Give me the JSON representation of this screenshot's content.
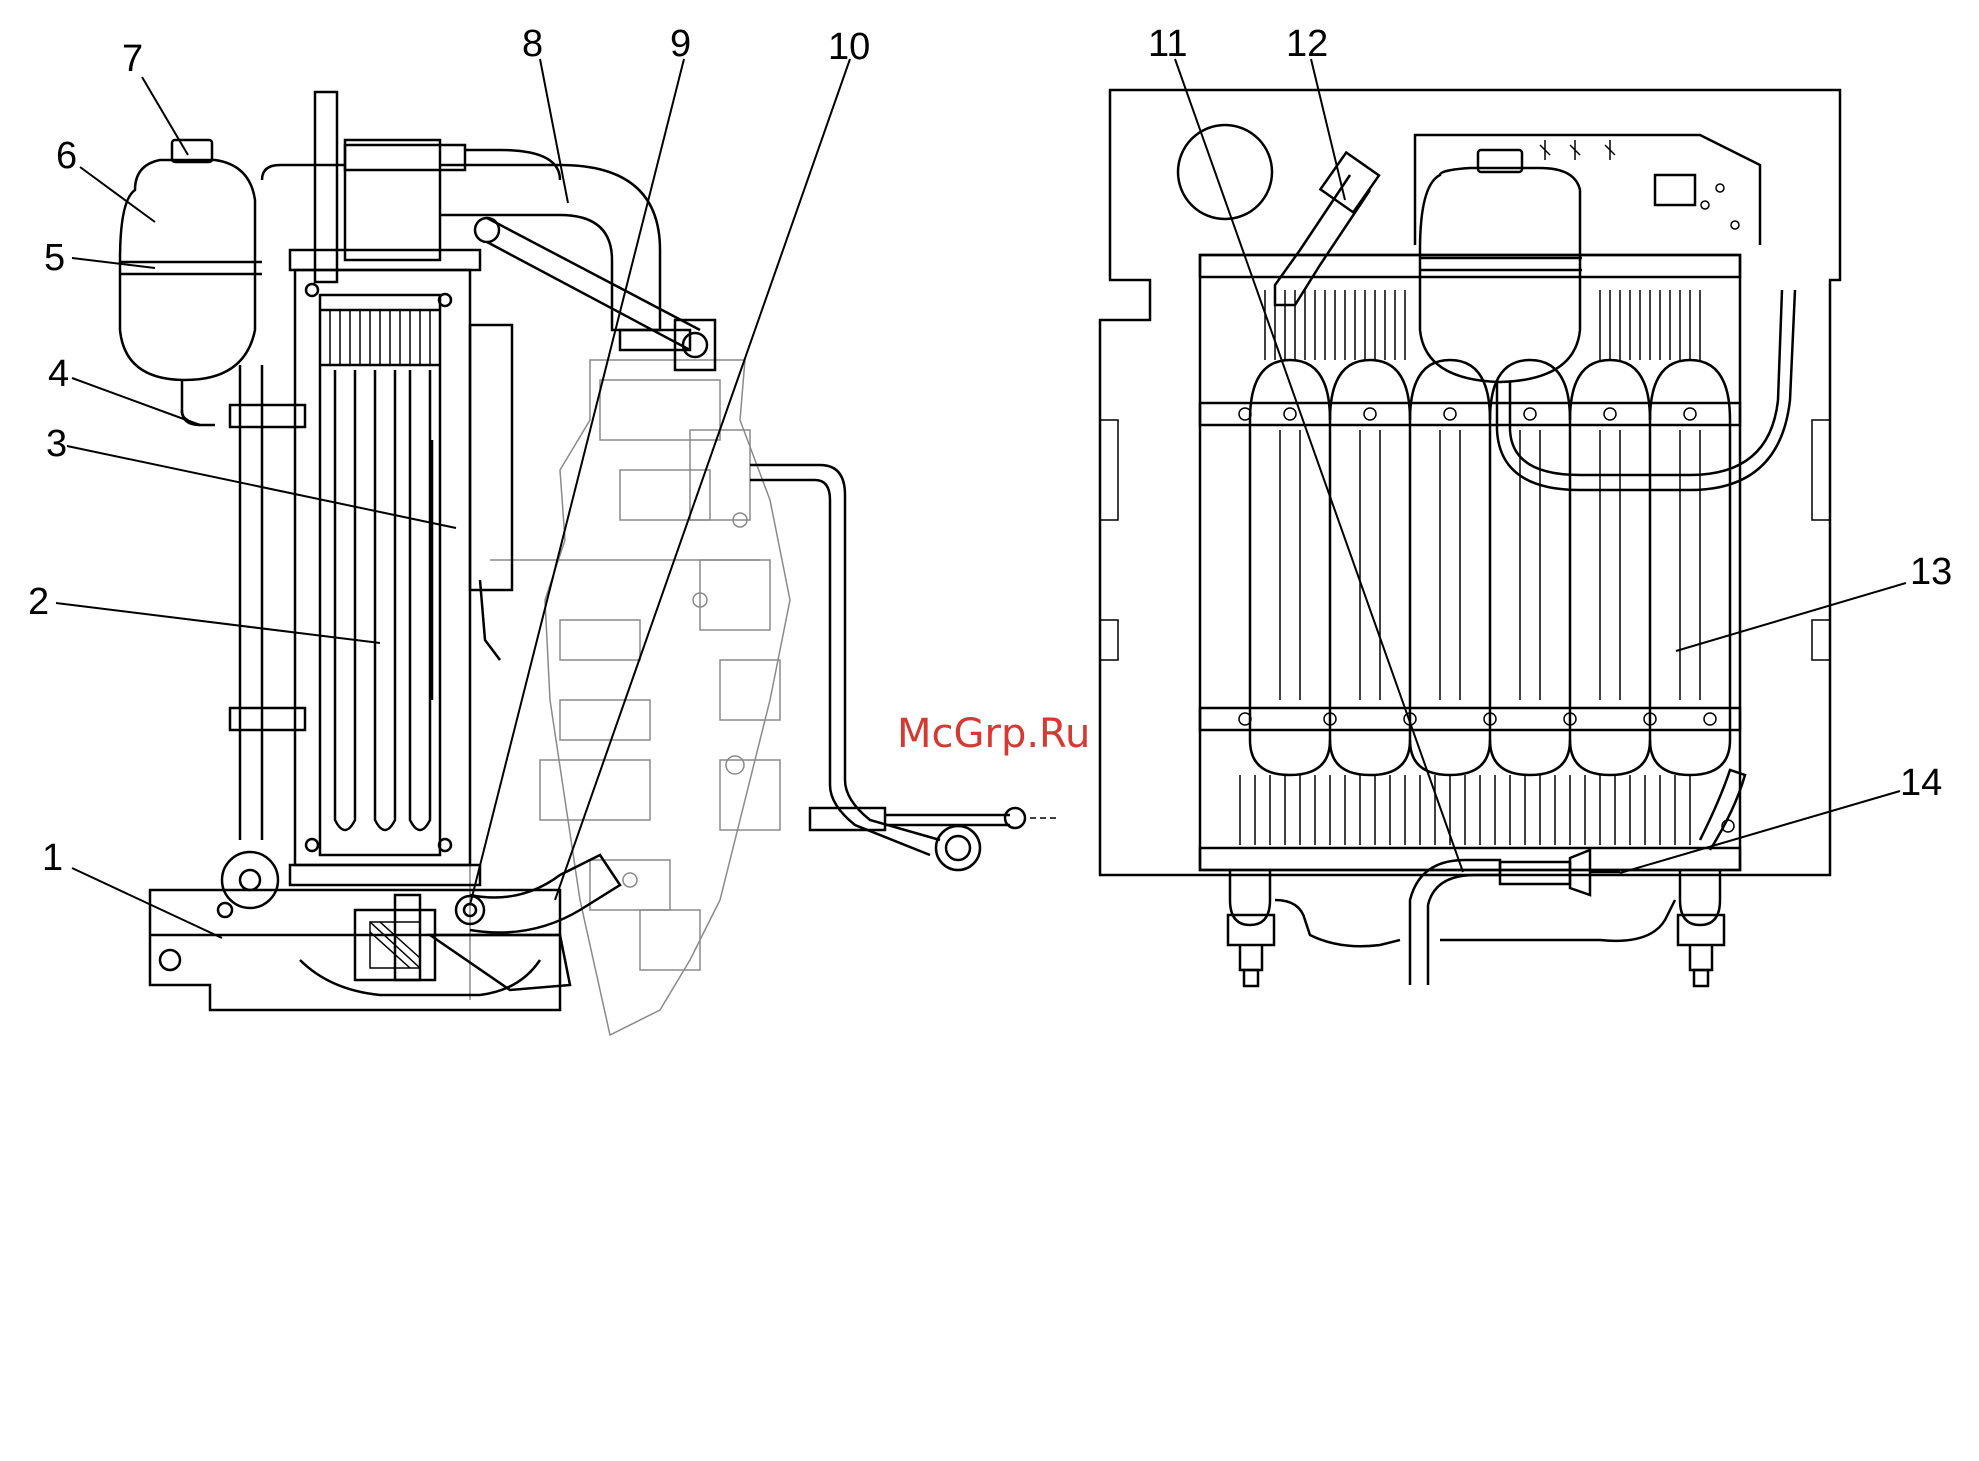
{
  "watermark": "McGrp.Ru",
  "callouts": [
    "1",
    "2",
    "3",
    "4",
    "5",
    "6",
    "7",
    "8",
    "9",
    "10",
    "11",
    "12",
    "13",
    "14"
  ],
  "colors": {
    "line": "#000000",
    "ghost": "#8a8a8a",
    "watermark": "#d23a32"
  }
}
